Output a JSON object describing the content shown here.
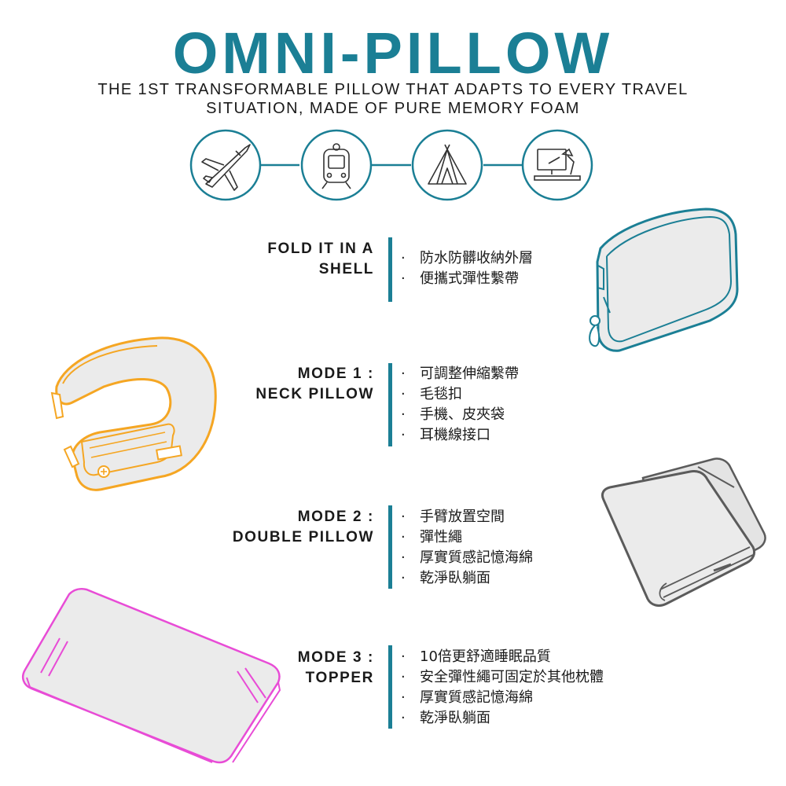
{
  "header": {
    "title": "OMNI-PILLOW",
    "subtitle_line1": "THE 1ST TRANSFORMABLE PILLOW THAT ADAPTS TO EVERY TRAVEL",
    "subtitle_line2": "SITUATION, MADE OF PURE MEMORY FOAM"
  },
  "colors": {
    "teal": "#1b7f95",
    "text": "#1a1a1a",
    "orange": "#f5a623",
    "magenta": "#e84cd6",
    "gray": "#5b5b5b",
    "fill": "#ebebeb"
  },
  "icons": [
    "airplane-icon",
    "train-icon",
    "tent-icon",
    "desk-lamp-computer-icon"
  ],
  "modes": [
    {
      "name_line1": "FOLD IT IN A",
      "name_line2": "SHELL",
      "features": [
        "防水防髒收納外層",
        "便攜式彈性繫帶"
      ]
    },
    {
      "name_line1": "MODE 1 :",
      "name_line2": "NECK PILLOW",
      "features": [
        "可調整伸縮繫帶",
        "毛毯扣",
        "手機、皮夾袋",
        "耳機線接口"
      ]
    },
    {
      "name_line1": "MODE 2 :",
      "name_line2": "DOUBLE PILLOW",
      "features": [
        "手臂放置空間",
        "彈性繩",
        "厚實質感記憶海綿",
        "乾淨臥躺面"
      ]
    },
    {
      "name_line1": "MODE 3 :",
      "name_line2": "TOPPER",
      "features": [
        "10倍更舒適睡眠品質",
        "安全彈性繩可固定於其他枕體",
        "厚實質感記憶海綿",
        "乾淨臥躺面"
      ]
    }
  ],
  "bullet": "·"
}
